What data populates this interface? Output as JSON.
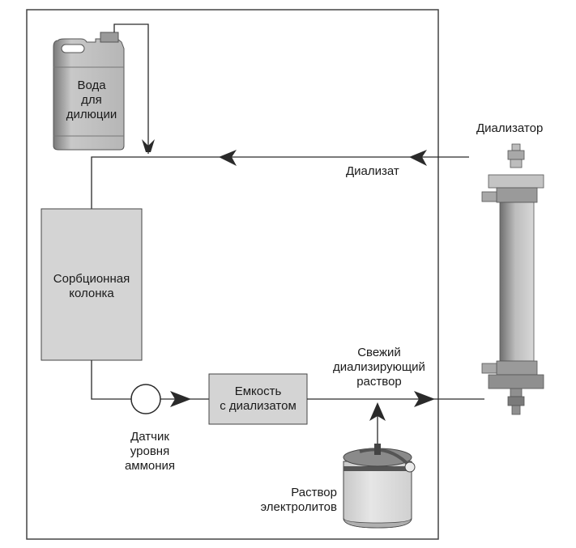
{
  "diagram": {
    "type": "dialysate regeneration system schematic",
    "labels": {
      "dilution_water": "Вода\nдля\nдилюции",
      "dialyzer": "Диализатор",
      "dialysate": "Диализат",
      "sorbent_column": "Сорбционная\nколонка",
      "dialysate_tank": "Емкость\nс диализатом",
      "fresh_solution": "Свежий\nдиализирующий\nраствор",
      "ammonia_sensor": "Датчик\nуровня\nаммония",
      "electrolyte_solution": "Раствор\nэлектролитов"
    },
    "flows": [
      {
        "from": "dialyzer",
        "to": "sorbent_column",
        "label": "Диализат"
      },
      {
        "from": "dilution_water",
        "to": "dialysate_line"
      },
      {
        "from": "sorbent_column",
        "to": "ammonia_sensor"
      },
      {
        "from": "ammonia_sensor",
        "to": "dialysate_tank"
      },
      {
        "from": "dialysate_tank",
        "to": "dialyzer",
        "label": "Свежий диализирующий раствор"
      },
      {
        "from": "electrolyte_solution",
        "to": "fresh_solution_line"
      }
    ],
    "colors": {
      "line": "#2a2a2a",
      "box_fill": "#d4d4d4",
      "arrow": "#2a2a2a"
    }
  }
}
